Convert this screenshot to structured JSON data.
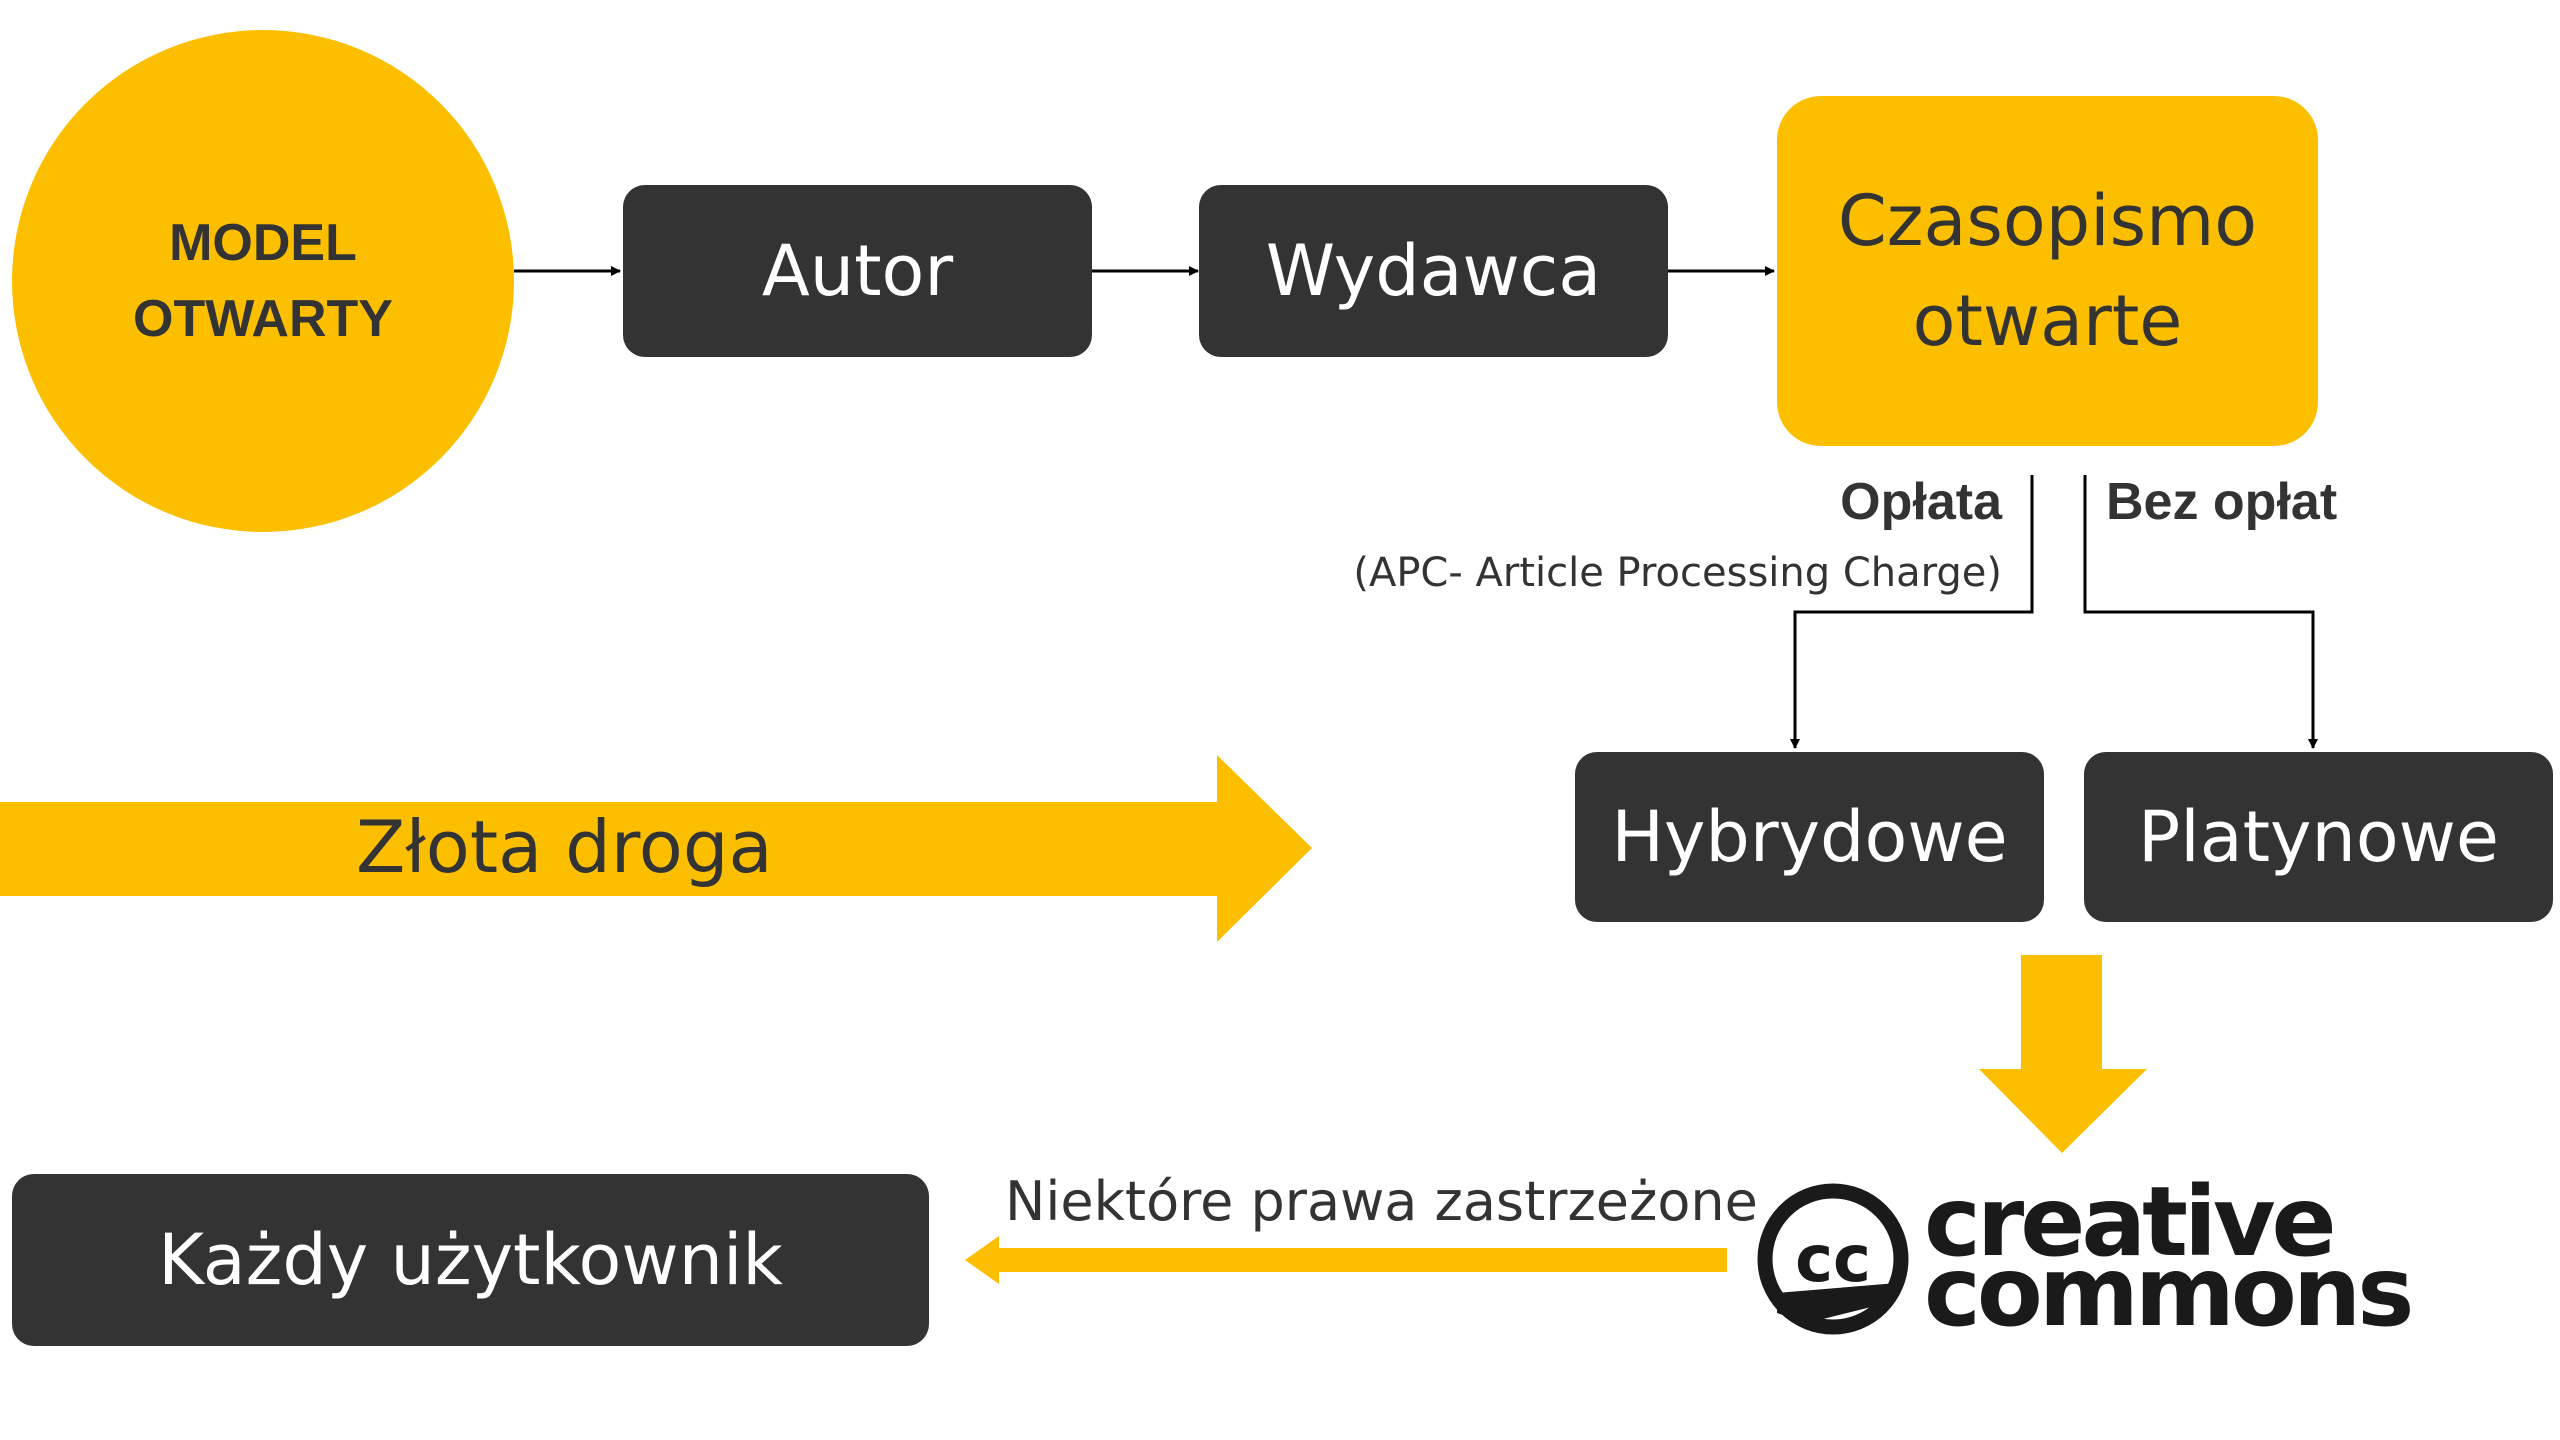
{
  "circle": {
    "line1": "MODEL",
    "line2": "OTWARTY"
  },
  "flow": {
    "author": "Autor",
    "publisher": "Wydawca",
    "journal_line1": "Czasopismo",
    "journal_line2": "otwarte"
  },
  "branches": {
    "fee_label": "Opłata",
    "fee_note": "(APC- Article Processing Charge)",
    "free_label": "Bez opłat",
    "hybrid": "Hybrydowe",
    "platinum": "Platynowe"
  },
  "gold_road": "Złota droga",
  "license": {
    "rights_text": "Niektóre prawa zastrzeżone",
    "logo_mark": "cc",
    "logo_line1": "creative",
    "logo_line2": "commons"
  },
  "user_box": "Każdy użytkownik",
  "colors": {
    "yellow": "#fcbf00",
    "dark": "#333333",
    "white": "#ffffff"
  }
}
